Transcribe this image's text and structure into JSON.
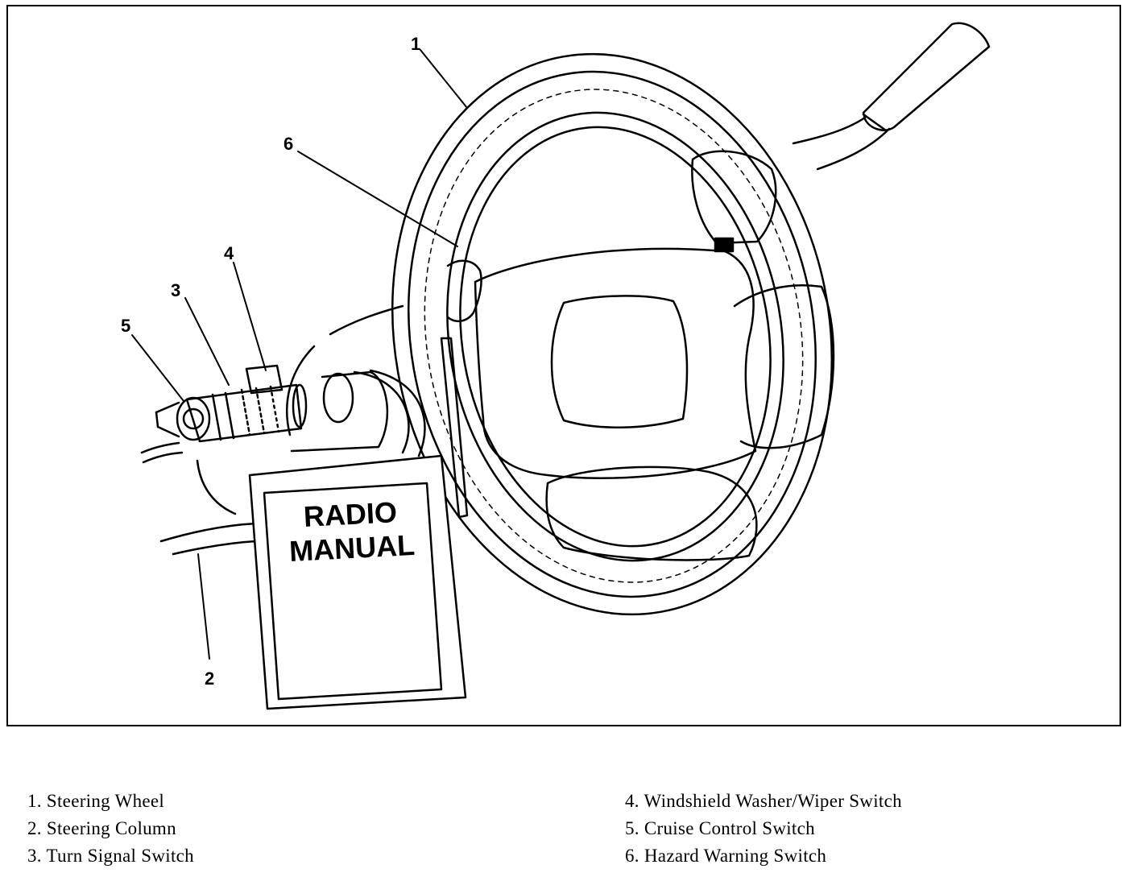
{
  "figure": {
    "callouts": [
      "1",
      "2",
      "3",
      "4",
      "5",
      "6"
    ],
    "sign_text": [
      "RADIO",
      "MANUAL"
    ]
  },
  "legend": [
    "1. Steering Wheel",
    "2. Steering Column",
    "3. Turn Signal Switch",
    "4. Windshield Washer/Wiper Switch",
    "5. Cruise Control Switch",
    "6. Hazard Warning Switch"
  ]
}
